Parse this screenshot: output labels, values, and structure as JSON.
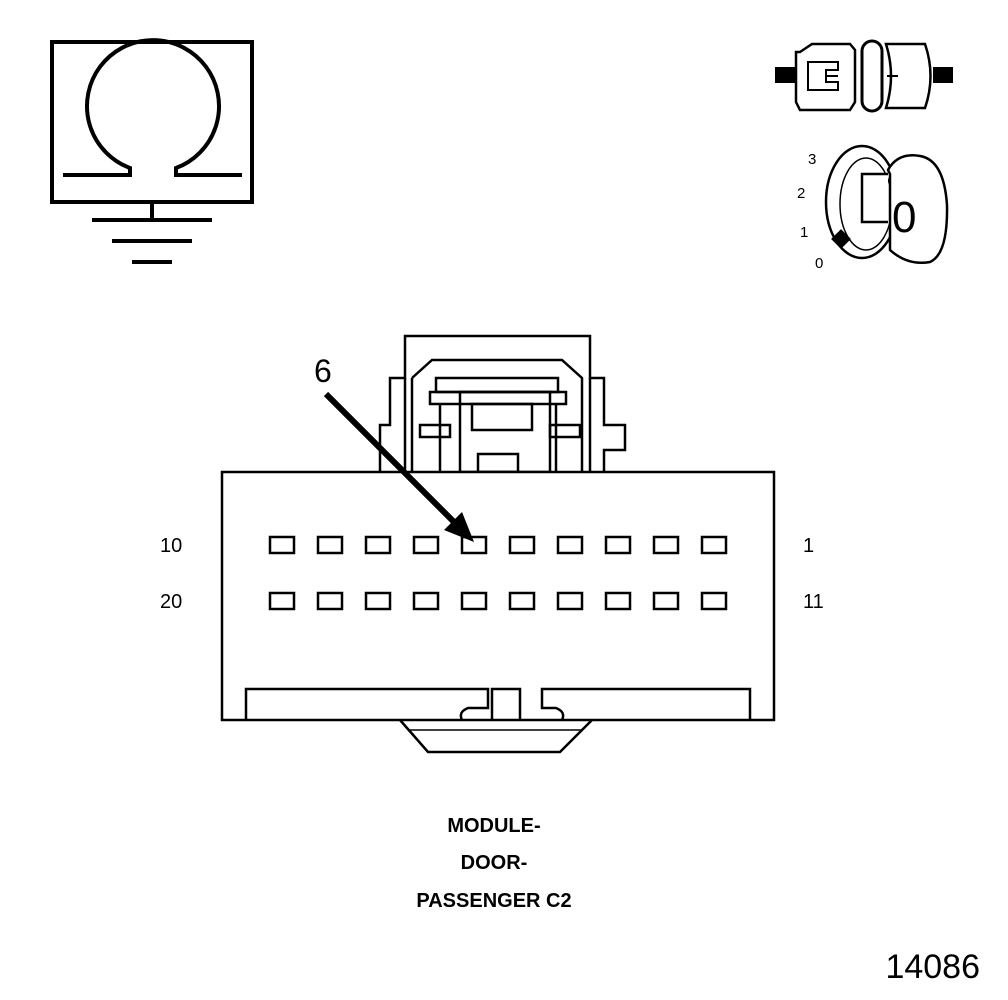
{
  "ohmmeter_symbol": {
    "icon": "ohmmeter-ground-icon"
  },
  "disconnect_symbol": {
    "icon": "connector-disconnected-icon"
  },
  "ignition_symbol": {
    "icon": "ignition-key-icon",
    "positions": [
      "3",
      "2",
      "1",
      "0"
    ],
    "key_label": "0"
  },
  "connector": {
    "callout_pin": "6",
    "row_labels": {
      "top_left": "10",
      "top_right": "1",
      "bottom_left": "20",
      "bottom_right": "11"
    },
    "pins_per_row": 10,
    "highlight_pin": 6
  },
  "caption": {
    "line1": "MODULE-",
    "line2": "DOOR-",
    "line3": "PASSENGER C2"
  },
  "figure_number": "14086"
}
